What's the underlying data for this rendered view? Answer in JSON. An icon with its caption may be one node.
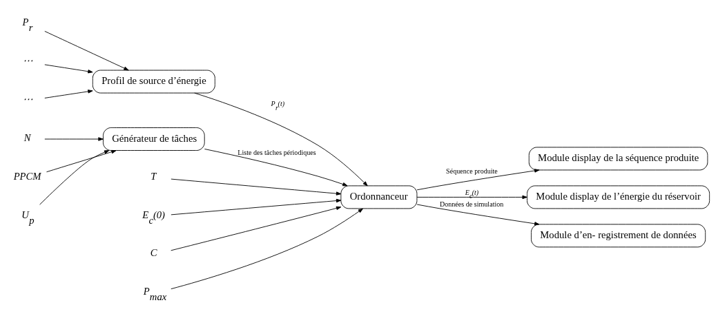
{
  "diagram": {
    "nodes": [
      {
        "text": [
          "N"
        ]
      },
      {
        "text": [
          "U$_{p}$"
        ]
      },
      {
        "text": [
          "PPCM"
        ]
      },
      {
        "text": [
          "Générateur de tâches"
        ]
      },
      {
        "text": [
          "Profil de source d’énergie"
        ]
      },
      {
        "text": [
          "P$_{r}$"
        ]
      },
      {
        "text": [
          "⋯"
        ]
      },
      {
        "text": [
          "⋯"
        ]
      },
      {
        "text": [
          "T"
        ]
      },
      {
        "text": [
          "E$_{c}$(0)"
        ]
      },
      {
        "text": [
          "C"
        ]
      },
      {
        "text": [
          "P$_{max}$"
        ]
      },
      {
        "text": [
          "Ordonnanceur"
        ]
      },
      {
        "text": [
          "Module display de la séquence produite"
        ]
      },
      {
        "text": [
          "Module display de l’énergie du réservoir"
        ]
      },
      {
        "text": [
          "Module d’en- registrement de données"
        ]
      }
    ],
    "edges": [
      {
        "from": 0,
        "to": 3,
        "arrow": "to"
      },
      {
        "from": 1,
        "to": 3,
        "arrow": "to"
      },
      {
        "from": 2,
        "to": 3,
        "arrow": "to"
      },
      {
        "from": 5,
        "to": 4,
        "arrow": "to"
      },
      {
        "from": 6,
        "to": 4,
        "arrow": "to"
      },
      {
        "from": 7,
        "to": 4,
        "arrow": "to"
      },
      {
        "from": 8,
        "to": 12,
        "arrow": "to"
      },
      {
        "from": 9,
        "to": 12,
        "arrow": "to"
      },
      {
        "from": 10,
        "to": 12,
        "arrow": "to"
      },
      {
        "from": 11,
        "to": 12,
        "arrow": "to"
      },
      {
        "from": 3,
        "to": 12,
        "arrow": "to",
        "label": "Liste des tâches périodiques"
      },
      {
        "from": 4,
        "to": 12,
        "arrow": "to",
        "label": "P$_{r}$(t)"
      },
      {
        "from": 12,
        "to": 13,
        "arrow": "to",
        "label": "Séquence produite"
      },
      {
        "from": 12,
        "to": 14,
        "arrow": "to",
        "label": "E$_{c}$(t)"
      },
      {
        "from": 12,
        "to": 15,
        "arrow": "to",
        "label": "Données de simulation"
      }
    ]
  }
}
